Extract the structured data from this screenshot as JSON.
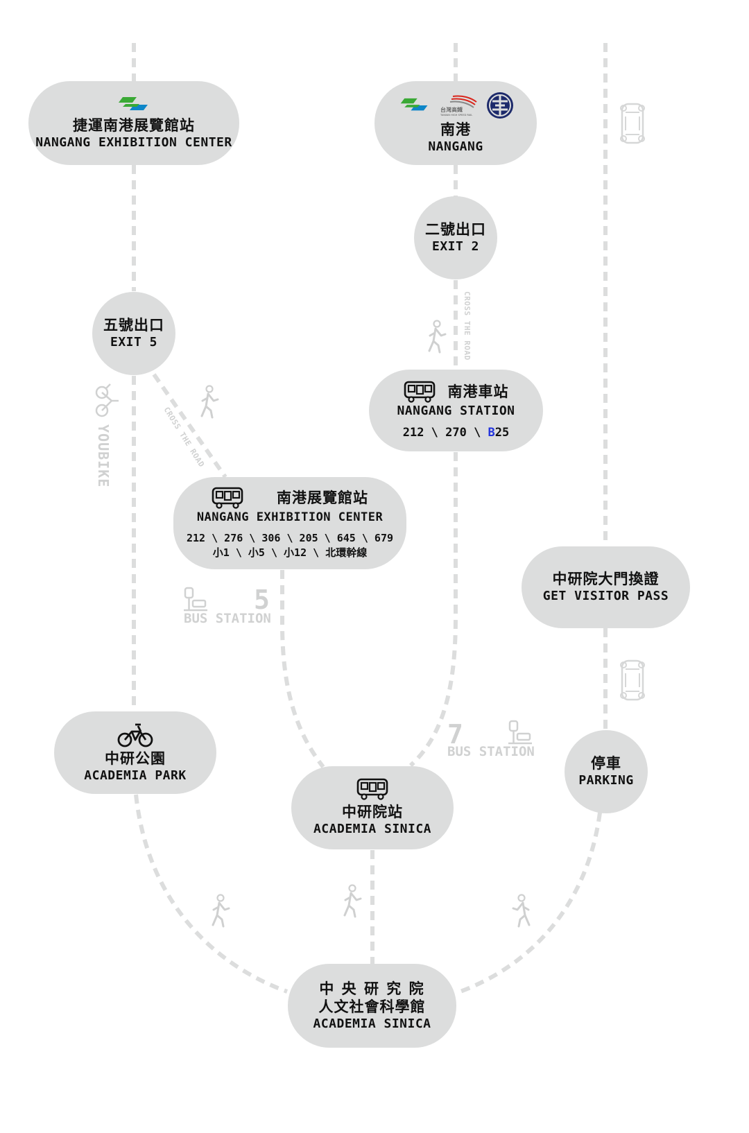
{
  "nodes": {
    "mrt_exhibition": {
      "zh": "捷運南港展覽館站",
      "en": "NANGANG EXHIBITION CENTER"
    },
    "nangang": {
      "zh": "南港",
      "en": "NANGANG",
      "logo_hsr_text": "台灣高鐵",
      "logo_hsr_sub": "TAIWAN HIGH SPEED RAIL"
    },
    "exit2": {
      "zh": "二號出口",
      "en": "EXIT 2"
    },
    "exit5": {
      "zh": "五號出口",
      "en": "EXIT 5"
    },
    "bus_nangang": {
      "zh": "南港車站",
      "en": "NANGANG STATION",
      "routes_a": "212 \\ 270 \\ ",
      "routes_hl": "B",
      "routes_b": "25"
    },
    "bus_exhibition": {
      "zh": "南港展覽館站",
      "en": "NANGANG EXHIBITION CENTER",
      "routes1": "212 \\ 276 \\ 306 \\ 205 \\ 645 \\ 679",
      "routes2": "小1 \\ 小5 \\ 小12 \\ 北環幹線"
    },
    "visitor_pass": {
      "zh": "中研院大門換證",
      "en": "GET VISITOR PASS"
    },
    "park": {
      "zh": "中研公園",
      "en": "ACADEMIA PARK"
    },
    "sinica_station": {
      "zh": "中研院站",
      "en": "ACADEMIA SINICA"
    },
    "parking": {
      "zh": "停車",
      "en": "PARKING"
    },
    "destination": {
      "zh1": "中 央 研 究 院",
      "zh2": "人文社會科學館",
      "en": "ACADEMIA SINICA"
    }
  },
  "labels": {
    "cross_road_1": "CROSS THE ROAD",
    "cross_road_2": "CROSS THE ROAD",
    "youbike": "YOUBIKE",
    "bus_station_5_num": "5",
    "bus_station_5": "BUS STATION",
    "bus_station_7_num": "7",
    "bus_station_7": "BUS STATION"
  },
  "colors": {
    "node_bg": "#dcdddd",
    "line": "#dcdddd",
    "label": "#d0d1d1",
    "highlight": "#2233dd",
    "mrt_green": "#3aa935",
    "mrt_blue": "#0e86c8",
    "tra_navy": "#1d2a6b",
    "hsr_red": "#d9261c"
  },
  "icons": [
    "mrt-logo",
    "hsr-logo",
    "tra-logo",
    "bus-icon",
    "bicycle-icon",
    "walking-person-icon",
    "car-icon",
    "bus-stop-icon"
  ]
}
